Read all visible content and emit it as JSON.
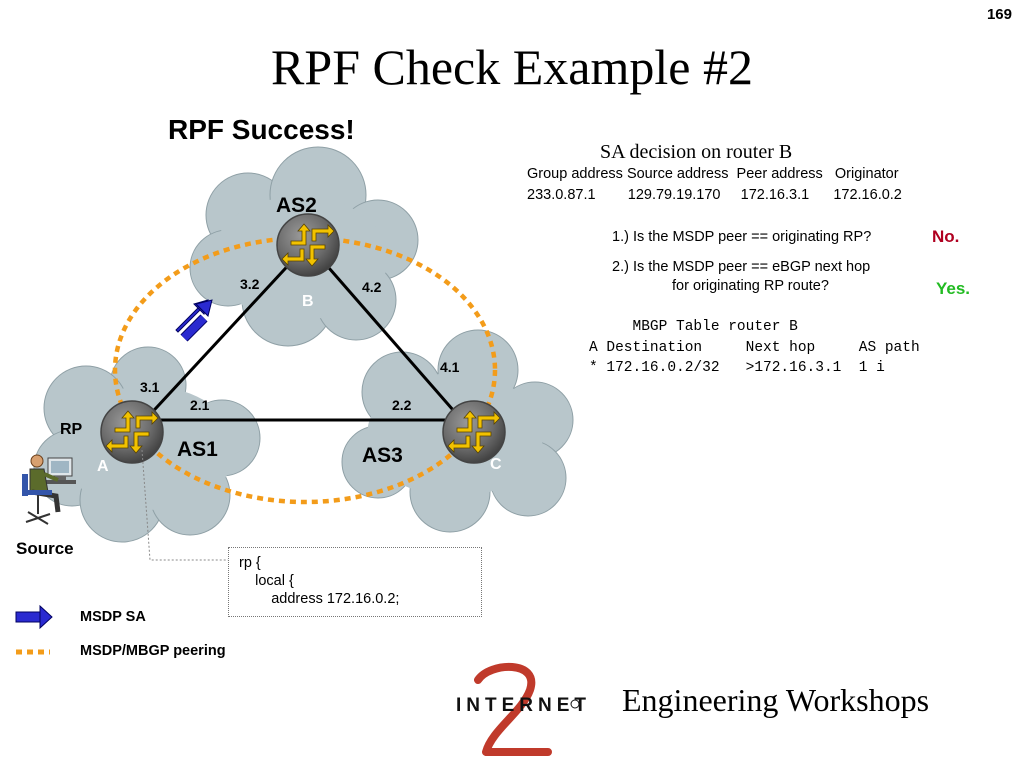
{
  "slide_number": "169",
  "title": "RPF Check Example #2",
  "subtitle": "RPF Success!",
  "network": {
    "as_labels": [
      "AS2",
      "AS1",
      "AS3"
    ],
    "routers": [
      {
        "label": "B"
      },
      {
        "label": "A",
        "role": "RP"
      },
      {
        "label": "C"
      }
    ],
    "interfaces": [
      "3.2",
      "4.2",
      "3.1",
      "2.1",
      "2.2",
      "4.1"
    ],
    "source_label": "Source"
  },
  "sa_decision": {
    "title": "SA decision on router B",
    "header": "Group address Source address  Peer address   Originator",
    "row": "233.0.87.1        129.79.19.170     172.16.3.1      172.16.0.2",
    "questions": [
      {
        "text": "1.) Is the MSDP peer == originating RP?",
        "answer": "No.",
        "answer_color": "#b00020"
      },
      {
        "text_line1": "2.) Is the MSDP peer == eBGP next hop",
        "text_line2": "for originating RP route?",
        "answer": "Yes.",
        "answer_color": "#22bb22"
      }
    ]
  },
  "mbgp_table": {
    "text": "     MBGP Table router B\nA Destination     Next hop     AS path\n* 172.16.0.2/32   >172.16.3.1  1 i"
  },
  "config": {
    "text": "rp {\n    local {\n        address 172.16.0.2;"
  },
  "legend": [
    {
      "label": "MSDP SA",
      "color": "#2a2ad0"
    },
    {
      "label": "MSDP/MBGP peering",
      "color": "#f39c1a"
    }
  ],
  "footer": {
    "text": "Engineering Workshops",
    "logo_text": "INTERNET"
  }
}
